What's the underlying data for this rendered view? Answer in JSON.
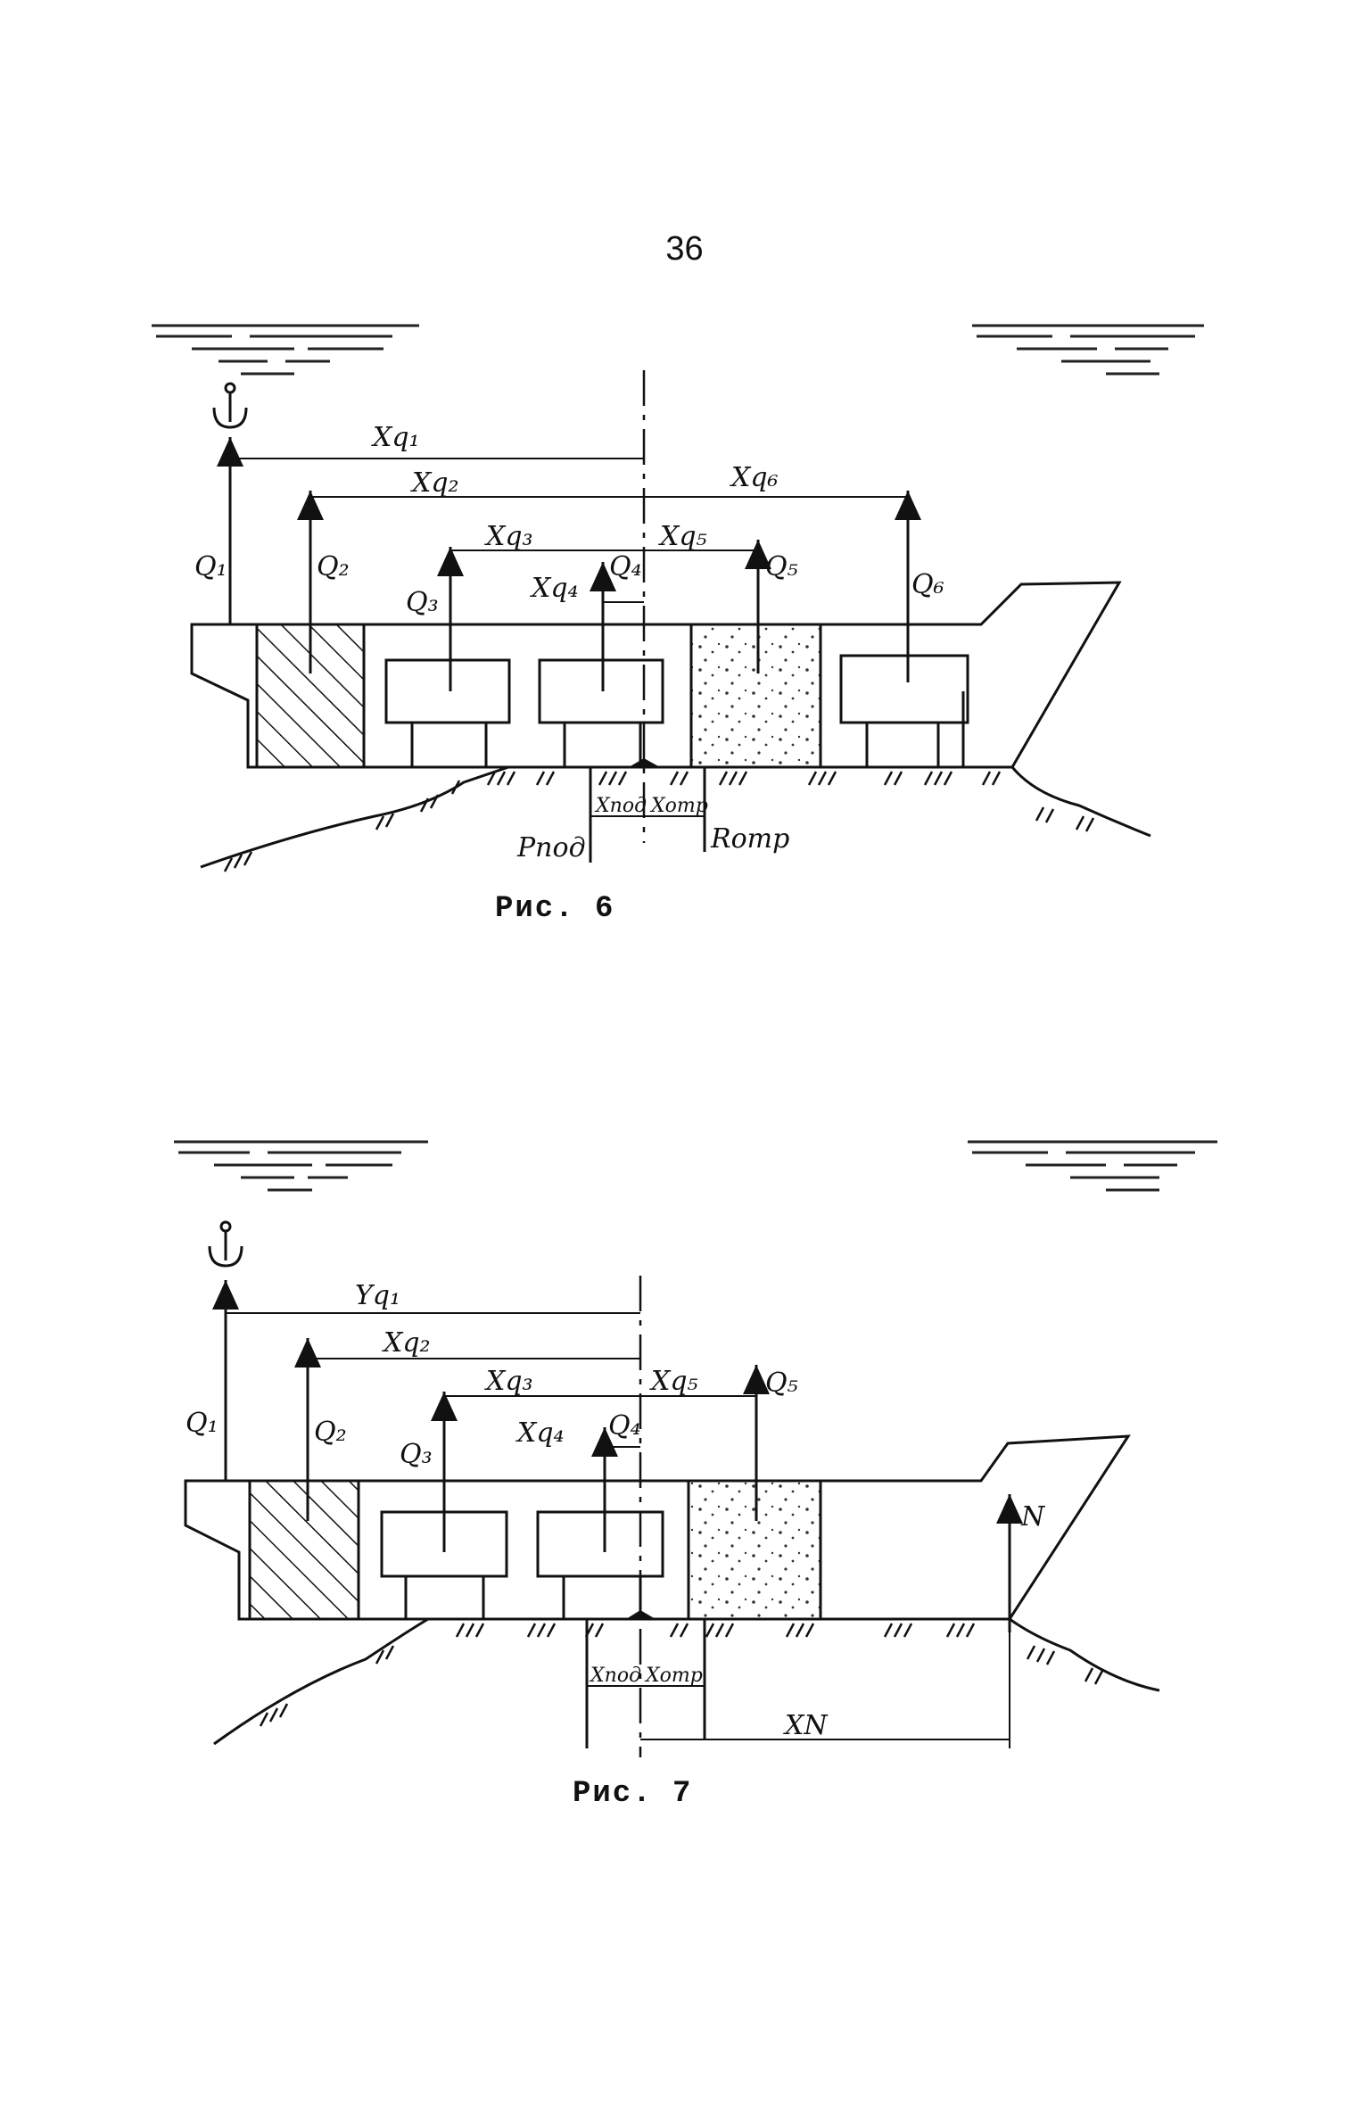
{
  "page_number": "36",
  "fig6": {
    "caption": "Рис. 6",
    "labels": {
      "q1": "Q₁",
      "q2": "Q₂",
      "q3": "Q₃",
      "q4": "Q₄",
      "q5": "Q₅",
      "q6": "Q₆",
      "xq1": "Xq₁",
      "xq2": "Xq₂",
      "xq3": "Xq₃",
      "xq4": "Xq₄",
      "xq5": "Xq₅",
      "xq6": "Xq₆",
      "xpod": "Xпод",
      "xotr": "Xотр",
      "ppod": "Pпод",
      "rotr": "Rотр"
    }
  },
  "fig7": {
    "caption": "Рис. 7",
    "labels": {
      "q1": "Q₁",
      "q2": "Q₂",
      "q3": "Q₃",
      "q4": "Q₄",
      "q5": "Q₅",
      "xq1": "Yq₁",
      "xq2": "Xq₂",
      "xq3": "Xq₃",
      "xq4": "Xq₄",
      "xq5": "Xq₅",
      "xpod": "Xпод",
      "xotr": "Xотр",
      "n": "N",
      "xn": "XN"
    }
  },
  "icons": {
    "anchor": "anchor-icon"
  }
}
